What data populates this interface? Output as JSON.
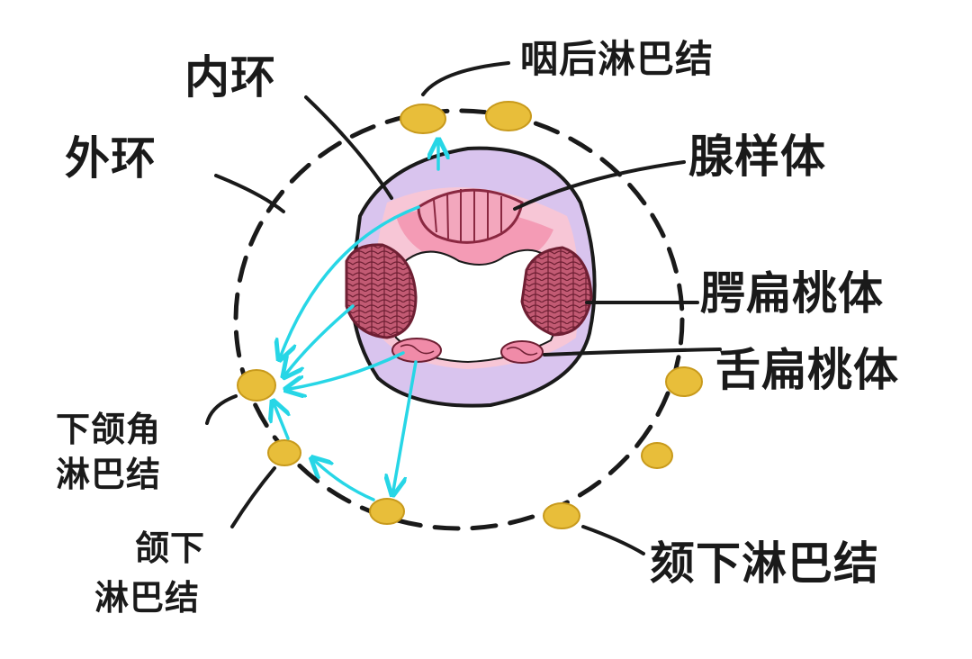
{
  "labels": {
    "inner_ring": "内环",
    "outer_ring": "外环",
    "pharyngeal_tonsil_node": "咽后淋巴结",
    "adenoid": "腺样体",
    "palatine_tonsil": "腭扁桃体",
    "lingual_tonsil": "舌扁桃体",
    "mandibular_angle_node_line1": "下颌角",
    "mandibular_angle_node_line2": "淋巴结",
    "submandibular_node_line1": "颌下",
    "submandibular_node_line2": "淋巴结",
    "submental_node": "颏下淋巴结"
  },
  "colors": {
    "outline": "#1a1a1a",
    "lymph_node": "#e8be3a",
    "lymph_node_edge": "#c89a1c",
    "inner_ring_fill": "#d9c4ee",
    "mucosa": "#f6b6cb",
    "tonsil": "#b8506a",
    "arrow": "#27d6e6"
  }
}
